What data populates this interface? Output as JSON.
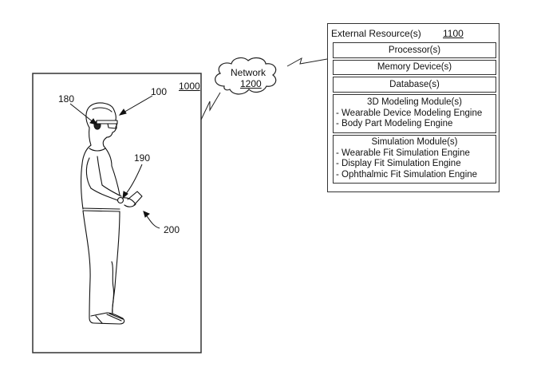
{
  "figure": {
    "device_panel": {
      "ref": "1000"
    },
    "labels": {
      "glasses": "100",
      "sensor": "180",
      "watch": "190",
      "phone": "200"
    },
    "network": {
      "title": "Network",
      "ref": "1200"
    },
    "external": {
      "title": "External Resource(s)",
      "ref": "1100",
      "modules": [
        {
          "title": "Processor(s)"
        },
        {
          "title": "Memory Device(s)"
        },
        {
          "title": "Database(s)"
        },
        {
          "title": "3D Modeling Module(s)",
          "items": [
            "- Wearable Device Modeling Engine",
            "- Body Part Modeling Engine"
          ]
        },
        {
          "title": "Simulation Module(s)",
          "items": [
            "- Wearable Fit Simulation Engine",
            "- Display Fit Simulation Engine",
            "- Ophthalmic Fit Simulation Engine"
          ]
        }
      ]
    }
  }
}
